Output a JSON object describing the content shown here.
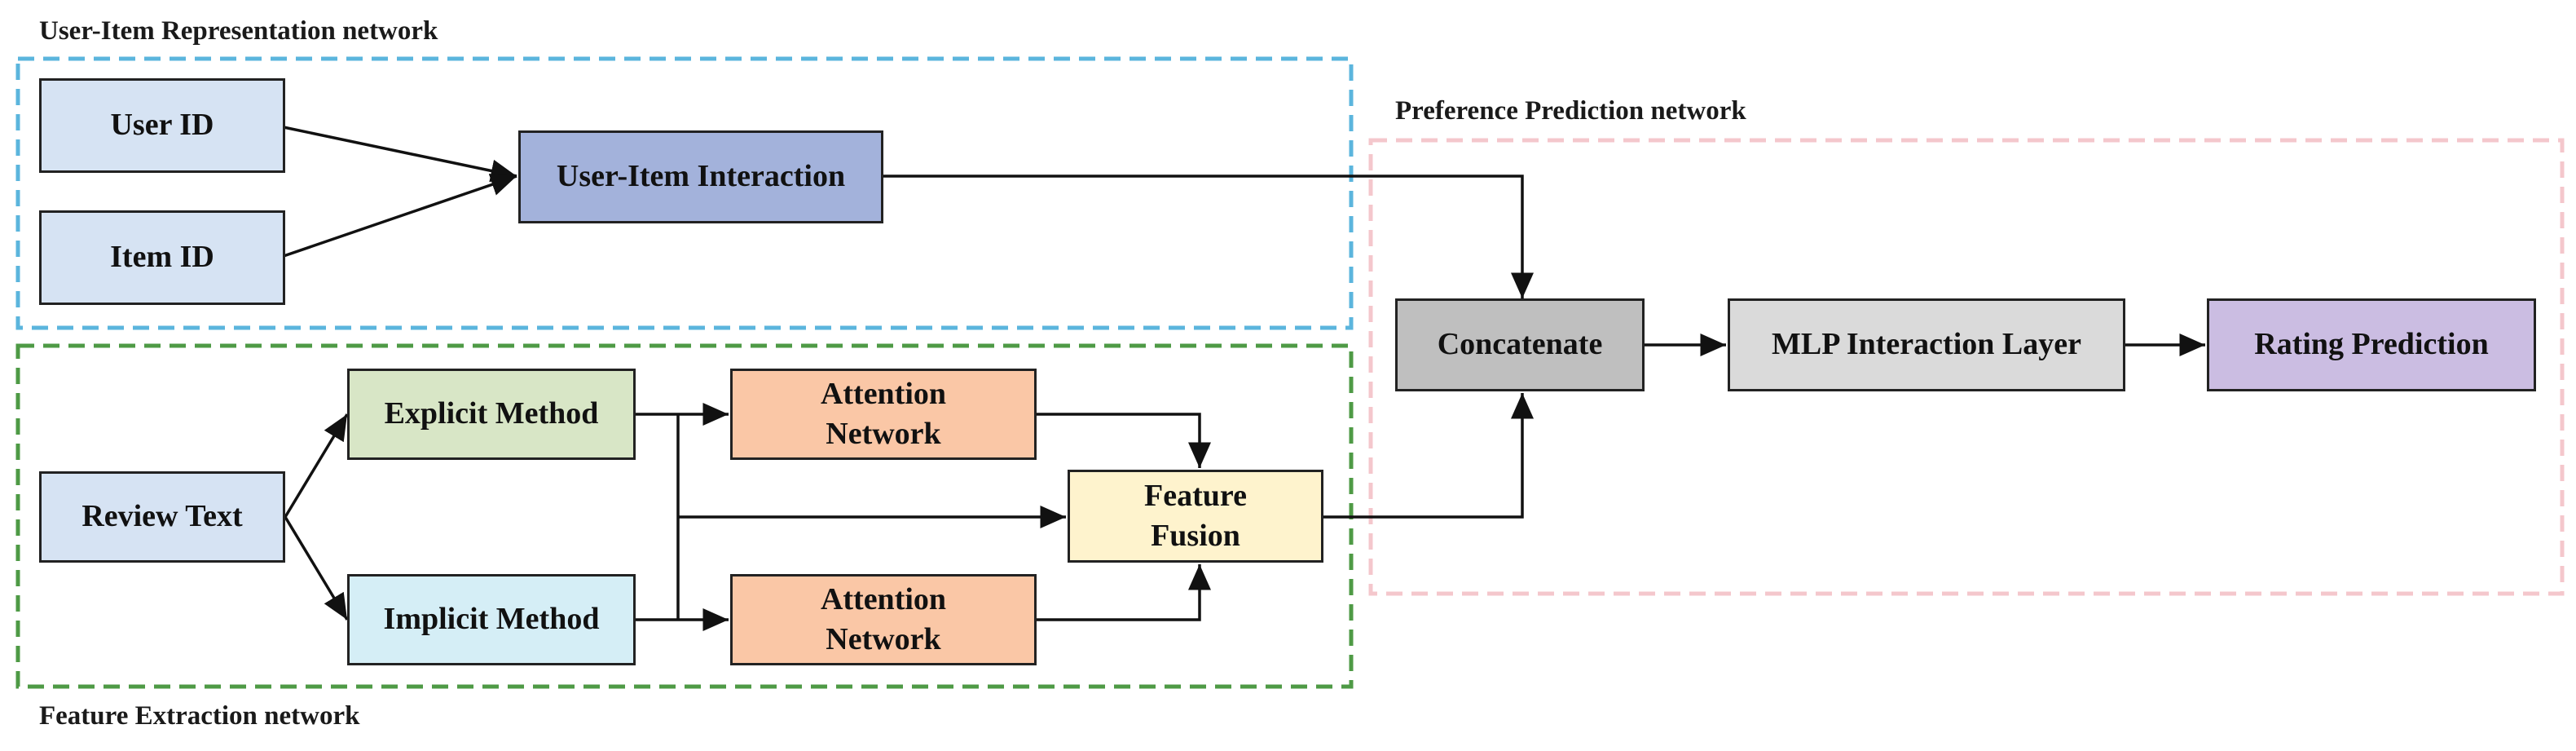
{
  "groups": {
    "representation": {
      "title": "User-Item Representation network",
      "border_color": "#5bb5dd"
    },
    "extraction": {
      "title": "Feature Extraction network",
      "border_color": "#4e9a45"
    },
    "prediction": {
      "title": "Preference Prediction network",
      "border_color": "#f4c7cc"
    }
  },
  "nodes": {
    "user_id": {
      "label": "User ID",
      "fill": "#d6e3f3"
    },
    "item_id": {
      "label": "Item ID",
      "fill": "#d6e3f3"
    },
    "user_item_interaction": {
      "label": "User-Item Interaction",
      "fill": "#a3b2db"
    },
    "review_text": {
      "label": "Review Text",
      "fill": "#d6e3f3"
    },
    "explicit_method": {
      "label": "Explicit  Method",
      "fill": "#d8e6c6"
    },
    "implicit_method": {
      "label": "Implicit  Method",
      "fill": "#d5eef6"
    },
    "attention_network_top": {
      "label": "Attention\nNetwork",
      "fill": "#fac7a6"
    },
    "attention_network_bottom": {
      "label": "Attention\nNetwork",
      "fill": "#fac7a6"
    },
    "feature_fusion": {
      "label": "Feature\nFusion",
      "fill": "#fef3cd"
    },
    "concatenate": {
      "label": "Concatenate",
      "fill": "#bfbfbf"
    },
    "mlp_interaction_layer": {
      "label": "MLP Interaction Layer",
      "fill": "#dadada"
    },
    "rating_prediction": {
      "label": "Rating Prediction",
      "fill": "#cbbde2"
    }
  },
  "edges": [
    {
      "from": "user_id",
      "to": "user_item_interaction"
    },
    {
      "from": "item_id",
      "to": "user_item_interaction"
    },
    {
      "from": "user_item_interaction",
      "to": "concatenate"
    },
    {
      "from": "review_text",
      "to": "explicit_method"
    },
    {
      "from": "review_text",
      "to": "implicit_method"
    },
    {
      "from": "explicit_method",
      "to": "attention_network_top"
    },
    {
      "from": "implicit_method",
      "to": "attention_network_bottom"
    },
    {
      "from": "explicit_method",
      "to": "feature_fusion"
    },
    {
      "from": "implicit_method",
      "to": "feature_fusion"
    },
    {
      "from": "attention_network_top",
      "to": "feature_fusion"
    },
    {
      "from": "attention_network_bottom",
      "to": "feature_fusion"
    },
    {
      "from": "feature_fusion",
      "to": "concatenate"
    },
    {
      "from": "concatenate",
      "to": "mlp_interaction_layer"
    },
    {
      "from": "mlp_interaction_layer",
      "to": "rating_prediction"
    }
  ],
  "colors": {
    "line": "#111111",
    "border": "#222222"
  }
}
